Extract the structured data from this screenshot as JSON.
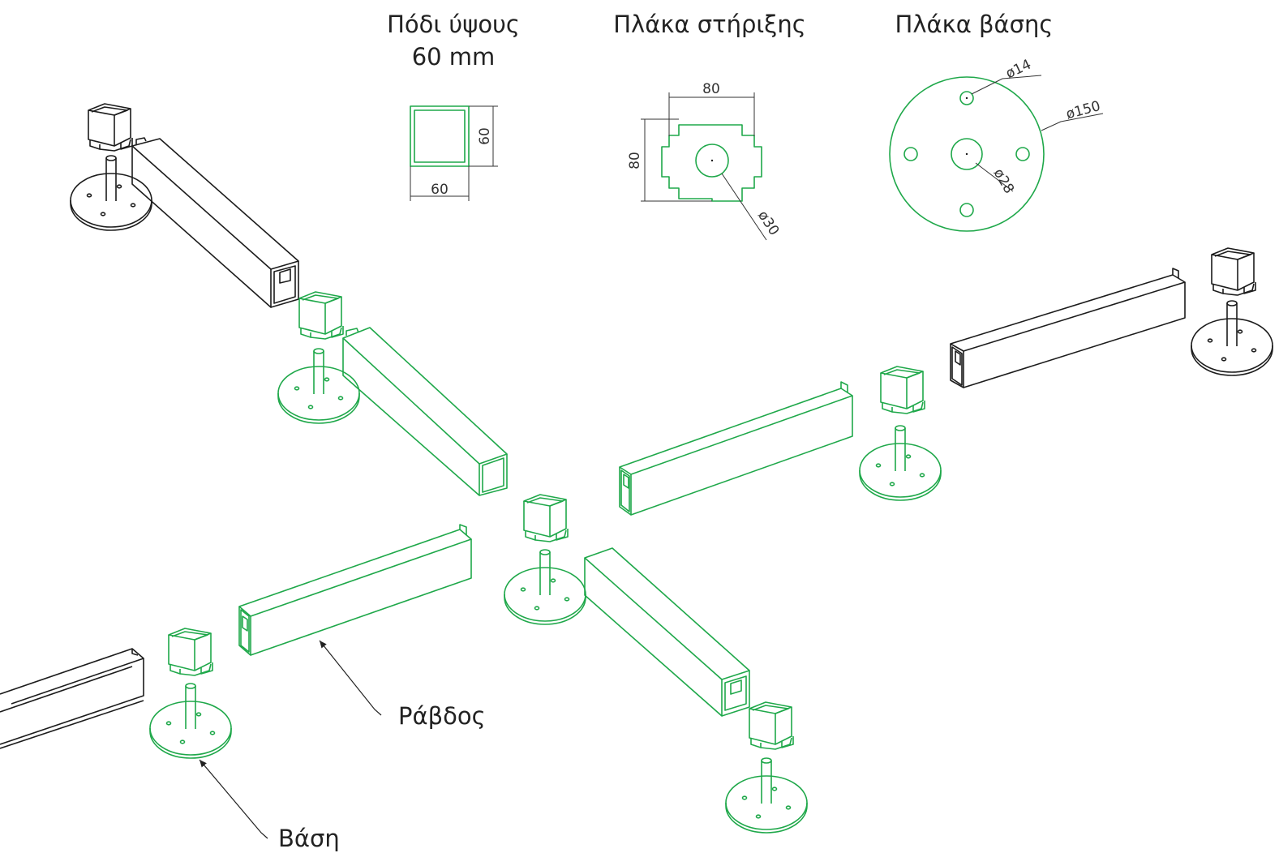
{
  "labels": {
    "leg_height_line1": "Πόδι ύψους",
    "leg_height_line2": "60 mm",
    "support_plate": "Πλάκα στήριξης",
    "base_plate": "Πλάκα βάσης",
    "rod": "Ράβδος",
    "base": "Βάση"
  },
  "dimensions": {
    "leg_width": "60",
    "leg_height": "60",
    "support_width": "80",
    "support_height": "80",
    "support_hole": "ø30",
    "base_small_hole": "ø14",
    "base_diameter": "ø150",
    "base_center_hole": "ø28"
  },
  "colors": {
    "highlight": "#1fa84a",
    "outline": "#1c1c1c"
  }
}
